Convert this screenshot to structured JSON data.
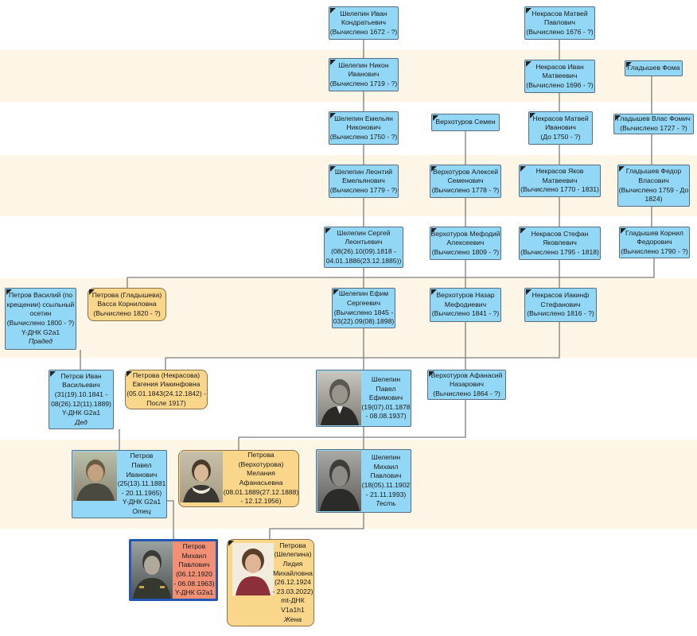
{
  "colors": {
    "male": "#92d8f6",
    "female": "#fad68a",
    "self": "#f29076",
    "band": "#fdf5e6",
    "line": "#7d7d7d"
  },
  "people": {
    "shelepin_ivan": [
      "Шелепин Иван",
      "Кондратьевич",
      "(Вычислено 1672 - ?)"
    ],
    "nekrasov_matvey1": [
      "Некрасов Матвей",
      "Павлович",
      "(Вычислено 1676 - ?)"
    ],
    "shelepin_nikon": [
      "Шелепин Никон",
      "Иванович",
      "(Вычислено 1719 - ?)"
    ],
    "nekrasov_ivan": [
      "Некрасов Иван",
      "Матвеевич",
      "(Вычислено 1696 - ?)"
    ],
    "gladyshev_foma": [
      "Гладышев Фома"
    ],
    "shelepin_emelyan": [
      "Шелепин Емельян",
      "Никонович",
      "(Вычислено 1750 - ?)"
    ],
    "verkhoturov_semen": [
      "Верхотуров Семен"
    ],
    "nekrasov_matvey2": [
      "Некрасов Матвей",
      "Иванович",
      "(До 1750 - ?)"
    ],
    "gladyshev_vlas": [
      "Гладышев Влас Фомич",
      "(Вычислено 1727 - ?)"
    ],
    "shelepin_leontiy": [
      "Шелепин Леонтий",
      "Емельянович",
      "(Вычислено 1779 - ?)"
    ],
    "verkhoturov_aleksey": [
      "Верхотуров Алексей",
      "Семенович",
      "(Вычислено 1778 - ?)"
    ],
    "nekrasov_yakov": [
      "Некрасов Яков",
      "Матвеевич",
      "(Вычислено 1770 - 1831)"
    ],
    "gladyshev_fedor": [
      "Гладышев Федор",
      "Власович",
      "(Вычислено 1759 - До",
      "1824)"
    ],
    "shelepin_sergey": [
      "Шелепин Сергей",
      "Леонтьевич",
      "(08(26).10(09).1818 -",
      "04.01.1886(23.12.1885))"
    ],
    "verkhoturov_mefodiy": [
      "Верхотуров Мефодий",
      "Алексеевич",
      "(Вычислено 1809 - ?)"
    ],
    "nekrasov_stefan": [
      "Некрасов Стефан",
      "Яковлевич",
      "(Вычислено 1795 - 1818)"
    ],
    "gladyshev_kornil": [
      "Гладышев Корнил",
      "Федорович",
      "(Вычислено 1790 - ?)"
    ],
    "petrov_vasiliy": [
      "Петров Василий (по",
      "крещении) ссыльный",
      "осетин",
      "(Вычислено 1800 - ?)",
      "Y-ДНК G2a1",
      "Прадед"
    ],
    "petrova_vassa": [
      "Петрова (Гладышева)",
      "Васса Корниловна",
      "(Вычислено 1820 - ?)"
    ],
    "shelepin_efim": [
      "Шелепин Ефим",
      "Сергеевич",
      "(Вычислено 1845 -",
      "03(22).09(08).1898)"
    ],
    "verkhoturov_nazar": [
      "Верхотуров Назар",
      "Мефодиевич",
      "(Вычислено 1841 - ?)"
    ],
    "nekrasov_iakinf": [
      "Некрасов Иакинф",
      "Стефанович",
      "(Вычислено 1816 - ?)"
    ],
    "petrov_ivan": [
      "Петров Иван",
      "Васильевич",
      "(31(19).10.1841 -",
      "08(26).12(11).1889)",
      "Y-ДНК G2a1",
      "Дед"
    ],
    "petrova_evgeniya": [
      "Петрова (Некрасова)",
      "Евгения Иакинфовна",
      "(05.01.1843(24.12.1842) -",
      "После 1917)"
    ],
    "shelepin_pavel": [
      "Шелепин",
      "Павел",
      "Ефимович",
      "(19(07).01.1878",
      "- 08.08.1937)"
    ],
    "verkhoturov_afanasiy": [
      "Верхотуров Афанасий",
      "Назарович",
      "(Вычислено 1864 - ?)"
    ],
    "petrov_pavel": [
      "Петров",
      "Павел",
      "Иванович",
      "(25(13).11.1881",
      "- 20.11.1965)",
      "Y-ДНК G2a1",
      "Отец"
    ],
    "petrova_melaniya": [
      "Петрова",
      "(Верхотурова)",
      "Мелания",
      "Афанасьевна",
      "(08.01.1889(27.12.1888)",
      "- 12.12.1956)"
    ],
    "shelepin_mikhail": [
      "Шелепин",
      "Михаил",
      "Павлович",
      "(18(05).11.1902",
      "- 21.11.1993)",
      "Тесть"
    ],
    "petrov_mikhail": [
      "Петров",
      "Михаил",
      "Павлович",
      "(06.12.1920",
      "- 06.08.1963)",
      "Y-ДНК G2a1"
    ],
    "petrova_lidiya": [
      "Петрова",
      "(Шелепина)",
      "Лидия",
      "Михайловна",
      "(26.12.1924",
      "- 23.03.2022)",
      "mt-ДНК",
      "V1a1h1",
      "Жена"
    ]
  }
}
